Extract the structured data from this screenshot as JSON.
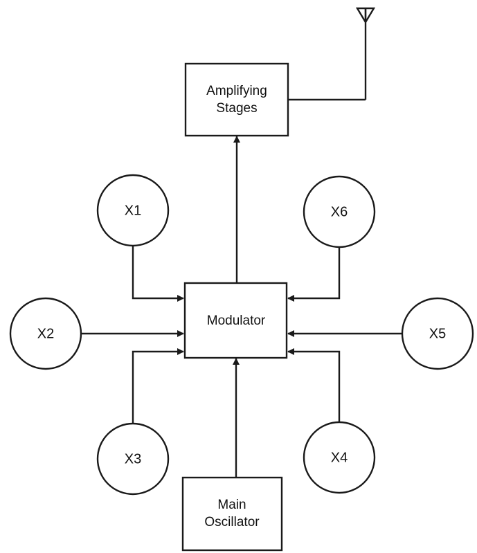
{
  "diagram": {
    "blocks": {
      "amplifier": {
        "line1": "Amplifying",
        "line2": "Stages"
      },
      "modulator": {
        "label": "Modulator"
      },
      "oscillator": {
        "line1": "Main",
        "line2": "Oscillator"
      }
    },
    "inputs": {
      "x1": "X1",
      "x2": "X2",
      "x3": "X3",
      "x4": "X4",
      "x5": "X5",
      "x6": "X6"
    }
  }
}
